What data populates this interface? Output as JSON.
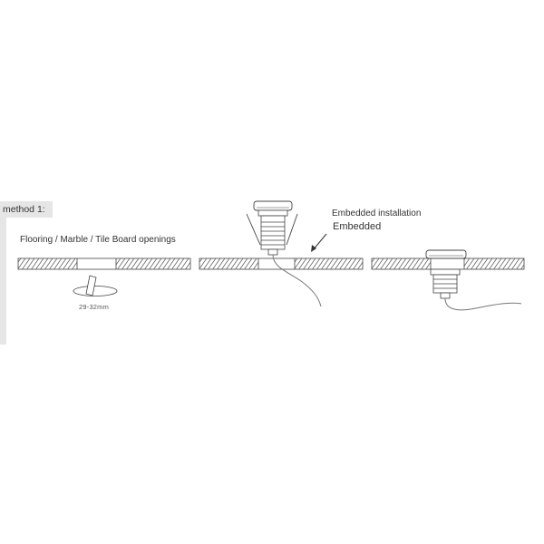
{
  "method_label": "method 1:",
  "caption": "Flooring / Marble / Tile Board openings",
  "dimension_label": "29-32mm",
  "callout_title": "Embedded installation",
  "callout_subtitle": "Embedded",
  "colors": {
    "line": "#444444",
    "hatch": "#555555",
    "cable": "#777777",
    "panel_bg": "#e6e6e6"
  },
  "icons": [
    "drill-bit-icon",
    "light-fixture-icon",
    "arrow-icon"
  ]
}
